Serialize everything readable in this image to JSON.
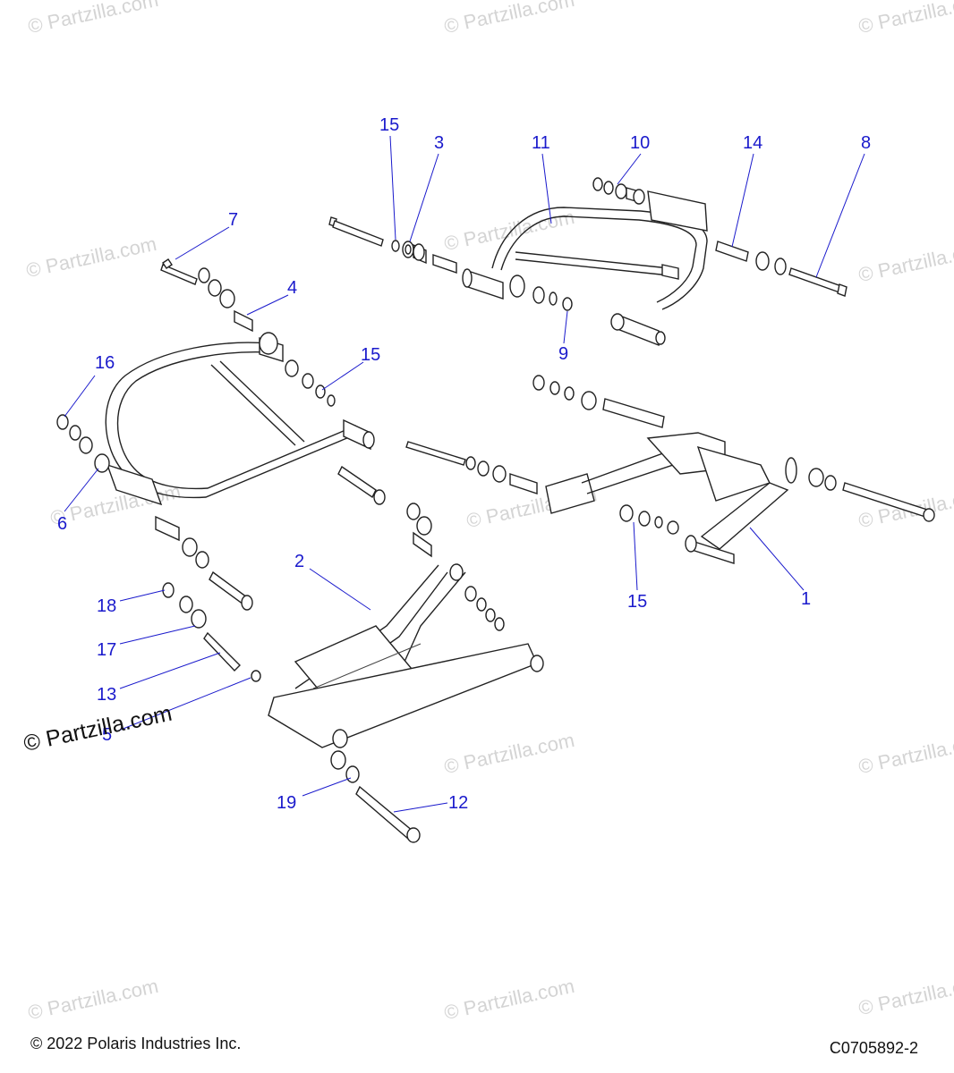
{
  "watermark": {
    "brand": "© Partzilla.com",
    "main": "© Partzilla.com"
  },
  "callouts": [
    {
      "id": "c15a",
      "label": "15"
    },
    {
      "id": "c3",
      "label": "3"
    },
    {
      "id": "c11",
      "label": "11"
    },
    {
      "id": "c10",
      "label": "10"
    },
    {
      "id": "c14",
      "label": "14"
    },
    {
      "id": "c8",
      "label": "8"
    },
    {
      "id": "c7",
      "label": "7"
    },
    {
      "id": "c4",
      "label": "4"
    },
    {
      "id": "c16",
      "label": "16"
    },
    {
      "id": "c15b",
      "label": "15"
    },
    {
      "id": "c9",
      "label": "9"
    },
    {
      "id": "c6",
      "label": "6"
    },
    {
      "id": "c2",
      "label": "2"
    },
    {
      "id": "c1",
      "label": "1"
    },
    {
      "id": "c15c",
      "label": "15"
    },
    {
      "id": "c18",
      "label": "18"
    },
    {
      "id": "c17",
      "label": "17"
    },
    {
      "id": "c13",
      "label": "13"
    },
    {
      "id": "c5",
      "label": "5"
    },
    {
      "id": "c19",
      "label": "19"
    },
    {
      "id": "c12",
      "label": "12"
    }
  ],
  "footer": {
    "copyright": "© 2022 Polaris Industries Inc.",
    "diagram_code": "C0705892-2"
  },
  "colors": {
    "callout": "#1a1acc",
    "linework": "#222222",
    "watermark": "#d4d4d4"
  }
}
